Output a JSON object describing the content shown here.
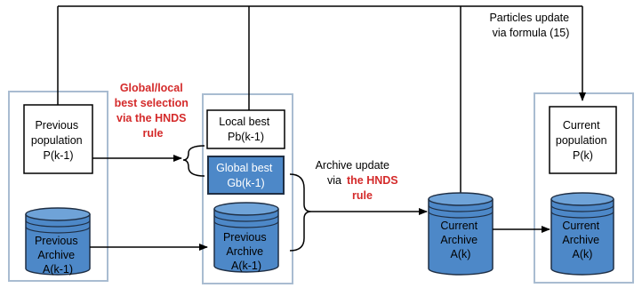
{
  "colors": {
    "cylinder_fill": "#4d88c8",
    "cylinder_top": "#6fa3d8",
    "cylinder_stroke": "#1f2f45",
    "group_border": "#a9bcd1",
    "emphasis_red": "#d42a2a",
    "highlight_box": "#4d88c8"
  },
  "previous_group": {
    "population_box": {
      "lines": [
        "Previous",
        "population",
        "P(k-1)"
      ]
    },
    "archive_cylinder": {
      "lines": [
        "Previous",
        "Archive",
        "A(k-1)"
      ]
    }
  },
  "middle_group": {
    "local_best_box": {
      "lines": [
        "Local best",
        "Pb(k-1)"
      ]
    },
    "global_best_box": {
      "lines": [
        "Global best",
        "Gb(k-1)"
      ]
    },
    "archive_cylinder": {
      "lines": [
        "Previous",
        "Archive",
        "A(k-1)"
      ]
    }
  },
  "current_archive_cylinder": {
    "lines": [
      "Current",
      "Archive",
      "A(k)"
    ]
  },
  "current_group": {
    "population_box": {
      "lines": [
        "Current",
        "population",
        "P(k)"
      ]
    },
    "archive_cylinder": {
      "lines": [
        "Current",
        "Archive",
        "A(k)"
      ]
    }
  },
  "annotations": {
    "selection_note": [
      "Global/local",
      "best selection",
      "via the HNDS",
      "rule"
    ],
    "archive_update_plain": [
      "Archive update",
      "via"
    ],
    "archive_update_emph": [
      "the HNDS",
      "rule"
    ],
    "particles_update": [
      "Particles update",
      "via formula (15)"
    ]
  }
}
